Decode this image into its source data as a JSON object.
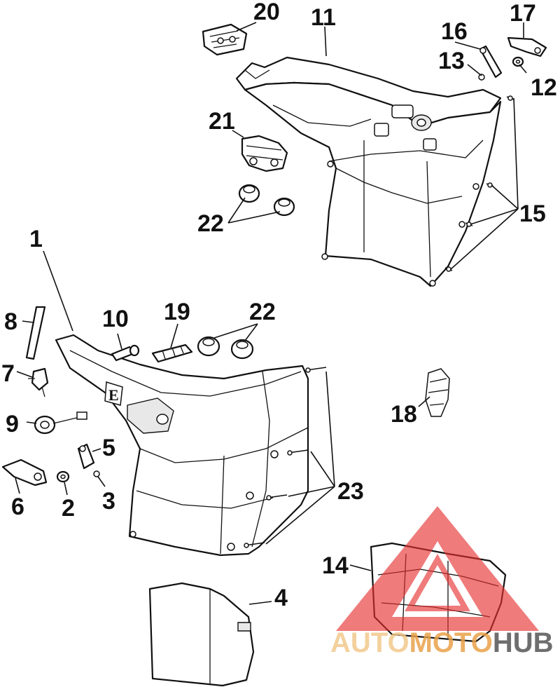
{
  "callouts": {
    "c1": "1",
    "c2": "2",
    "c3": "3",
    "c4": "4",
    "c5": "5",
    "c6": "6",
    "c7": "7",
    "c8": "8",
    "c9": "9",
    "c10": "10",
    "c11": "11",
    "c12": "12",
    "c13": "13",
    "c14": "14",
    "c15": "15",
    "c16": "16",
    "c17": "17",
    "c18": "18",
    "c19": "19",
    "c20": "20",
    "c21": "21",
    "c22a": "22",
    "c22b": "22",
    "c23": "23"
  },
  "watermark": {
    "part1": "AUTO",
    "part2": "MOTO",
    "part3": "HUB",
    "color_light": "#f2c98c",
    "color_mid": "#e9a24a",
    "color_dark": "#555555",
    "triangle_color": "#e63030"
  },
  "colors": {
    "line": "#111111",
    "background": "#ffffff"
  }
}
